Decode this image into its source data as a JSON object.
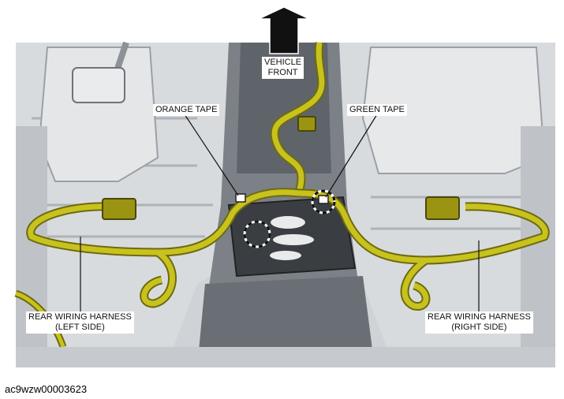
{
  "labels": {
    "vehicle_front_line1": "VEHICLE",
    "vehicle_front_line2": "FRONT",
    "orange_tape": "ORANGE TAPE",
    "green_tape": "GREEN TAPE",
    "rear_left_line1": "REAR WIRING HARNESS",
    "rear_left_line2": "(LEFT SIDE)",
    "rear_right_line1": "REAR WIRING HARNESS",
    "rear_right_line2": "(RIGHT SIDE)"
  },
  "figure_id": "ac9wzw00003623",
  "colors": {
    "harness": "#c8c21e",
    "harness_dark": "#6e6a10",
    "body_light": "#d9dcdf",
    "body_mid": "#b9bdc2",
    "body_dark": "#6f7479",
    "arrow": "#111111"
  }
}
